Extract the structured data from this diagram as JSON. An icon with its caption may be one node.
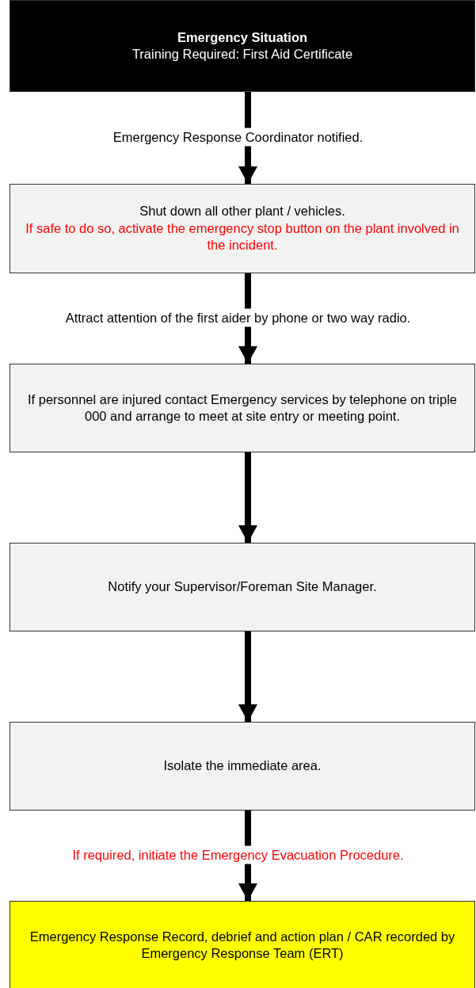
{
  "diagram": {
    "nodes": [
      {
        "text": [
          "Emergency Situation",
          "Training Required: First Aid Certificate"
        ]
      },
      {
        "text": [
          "Shut down all other plant / vehicles.",
          "If safe to do so, activate the emergency stop button on the plant involved in the incident."
        ]
      },
      {
        "text": [
          "If personnel are injured contact Emergency services by telephone on triple 000 and arrange to meet at site entry or meeting point."
        ]
      },
      {
        "text": [
          "Notify your Supervisor/Foreman Site Manager."
        ]
      },
      {
        "text": [
          "Isolate the immediate area."
        ]
      },
      {
        "text": [
          "Emergency Response Record, debrief and action plan / CAR recorded by Emergency Response Team (ERT)"
        ]
      }
    ],
    "edges": [
      {
        "from": 0,
        "to": 1,
        "arrow": "to",
        "label": "Emergency Response Coordinator notified."
      },
      {
        "from": 1,
        "to": 2,
        "arrow": "to",
        "label": "Attract attention of the first aider by phone or two way radio."
      },
      {
        "from": 2,
        "to": 3,
        "arrow": "to"
      },
      {
        "from": 3,
        "to": 4,
        "arrow": "to"
      },
      {
        "from": 4,
        "to": 5,
        "arrow": "to",
        "label": "If required, initiate the Emergency Evacuation Procedure."
      }
    ]
  }
}
